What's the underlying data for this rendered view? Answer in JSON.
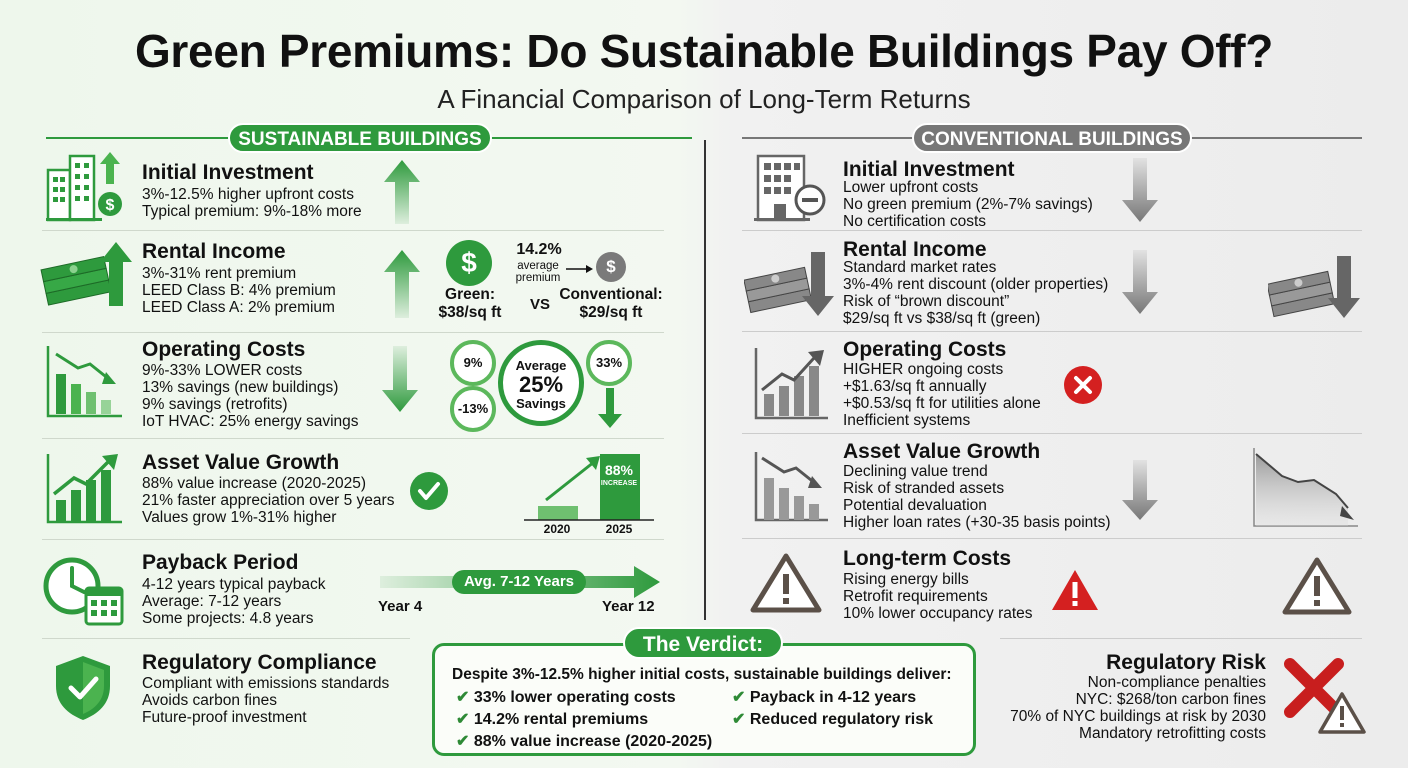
{
  "title": "Green Premiums: Do Sustainable Buildings Pay Off?",
  "subtitle": "A Financial Comparison of Long-Term Returns",
  "colors": {
    "green": "#2e9a3d",
    "gray": "#777777",
    "red": "#d42020"
  },
  "left": {
    "header": "SUSTAINABLE BUILDINGS",
    "sections": [
      {
        "title": "Initial Investment",
        "lines": [
          "3%-12.5% higher upfront costs",
          "Typical premium: 9%-18% more"
        ],
        "icon": "green-building-dollar-icon"
      },
      {
        "title": "Rental Income",
        "lines": [
          "3%-31% rent premium",
          "LEED Class B: 4% premium",
          "LEED Class A: 2% premium"
        ],
        "icon": "cash-stack-arrow-up-icon"
      },
      {
        "title": "Operating Costs",
        "lines": [
          "9%-33% LOWER costs",
          "13% savings (new buildings)",
          "9% savings (retrofits)",
          "IoT HVAC: 25% energy savings"
        ],
        "icon": "declining-bar-chart-icon"
      },
      {
        "title": "Asset Value Growth",
        "lines": [
          "88% value increase (2020-2025)",
          "21% faster appreciation over 5 years",
          "Values grow 1%-31% higher"
        ],
        "icon": "rising-bar-chart-icon"
      },
      {
        "title": "Payback Period",
        "lines": [
          "4-12 years typical payback",
          "Average: 7-12 years",
          "Some projects: 4.8 years"
        ],
        "icon": "clock-calendar-icon"
      },
      {
        "title": "Regulatory Compliance",
        "lines": [
          "Compliant with emissions standards",
          "Avoids carbon fines",
          "Future-proof investment"
        ],
        "icon": "shield-check-icon"
      }
    ],
    "rent_compare": {
      "pct": "14.2%",
      "pct_label_1": "average",
      "pct_label_2": "premium",
      "vs": "VS",
      "green_label": "Green:",
      "green_value": "$38/sq ft",
      "conv_label": "Conventional:",
      "conv_value": "$29/sq ft"
    },
    "op_savings": {
      "center_top": "Average",
      "center_value": "25%",
      "center_bottom": "Savings",
      "bubble_a": "9%",
      "bubble_b": "-13%",
      "bubble_c": "33%"
    },
    "asset_chart": {
      "x_labels": [
        "2020",
        "2025"
      ],
      "values": [
        1,
        1.88
      ],
      "bar_label": "88%",
      "bar_sublabel": "INCREASE"
    },
    "payback": {
      "label": "Avg. 7-12 Years",
      "start": "Year 4",
      "end": "Year 12"
    }
  },
  "right": {
    "header": "CONVENTIONAL BUILDINGS",
    "sections": [
      {
        "title": "Initial Investment",
        "lines": [
          "Lower upfront costs",
          "No green premium (2%-7% savings)",
          "No certification costs"
        ],
        "icon": "gray-building-minus-icon"
      },
      {
        "title": "Rental Income",
        "lines": [
          "Standard market rates",
          "3%-4% rent discount (older properties)",
          "Risk of “brown discount”",
          "$29/sq ft vs $38/sq ft (green)"
        ],
        "icon": "cash-stack-arrow-down-icon"
      },
      {
        "title": "Operating Costs",
        "lines": [
          "HIGHER ongoing costs",
          "+$1.63/sq ft annually",
          "+$0.53/sq ft for utilities alone",
          "Inefficient systems"
        ],
        "icon": "rising-cost-chart-icon"
      },
      {
        "title": "Asset Value Growth",
        "lines": [
          "Declining value trend",
          "Risk of stranded assets",
          "Potential devaluation",
          "Higher loan rates (+30-35 basis points)"
        ],
        "icon": "declining-value-chart-icon"
      },
      {
        "title": "Long-term Costs",
        "lines": [
          "Rising energy bills",
          "Retrofit requirements",
          "10% lower occupancy rates"
        ],
        "icon": "warning-triangle-icon"
      },
      {
        "title": "Regulatory Risk",
        "lines": [
          "Non-compliance penalties",
          "NYC: $268/ton carbon fines",
          "70% of NYC buildings at risk by 2030",
          "Mandatory retrofitting costs"
        ],
        "icon": "red-x-warning-icon"
      }
    ]
  },
  "verdict": {
    "title": "The Verdict:",
    "intro": "Despite 3%-12.5% higher initial costs, sustainable buildings deliver:",
    "left_items": [
      "33% lower operating costs",
      "14.2% rental premiums",
      "88% value increase (2020-2025)"
    ],
    "right_items": [
      "Payback in 4-12 years",
      "Reduced regulatory risk"
    ]
  }
}
